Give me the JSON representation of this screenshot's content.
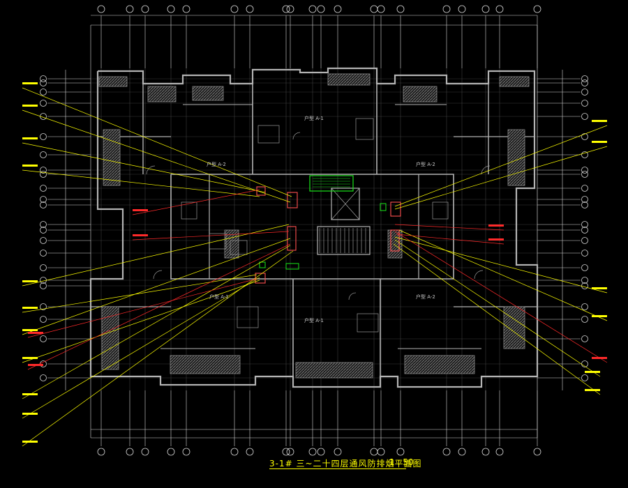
{
  "drawing": {
    "title": "3-1# 三~二十四层通风防排烟平面图",
    "scale": "1 : 50",
    "unit_labels": [
      "户型 A-2",
      "户型 A-2",
      "户型 A-1",
      "户型 A-2",
      "户型 A-1",
      "户型 A-1"
    ]
  },
  "colors": {
    "background": "#000000",
    "walls": "#b4b4b4",
    "grid": "#d8d8d8",
    "leader_yellow": "#ffff00",
    "leader_red": "#ff2a2a",
    "hatch": "#7a7a7a",
    "equipment_green": "#19e619"
  }
}
